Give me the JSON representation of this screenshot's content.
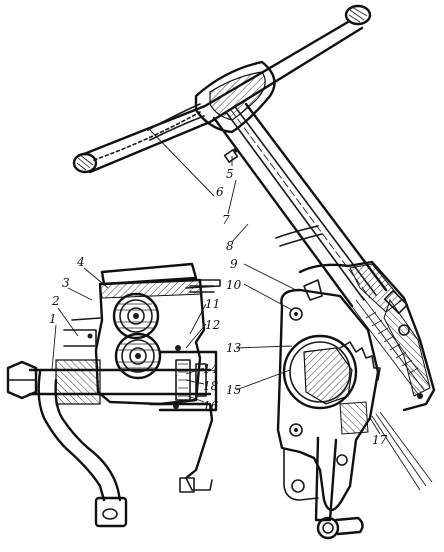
{
  "callouts": [
    {
      "key": "c1",
      "text": "1"
    },
    {
      "key": "c2",
      "text": "2"
    },
    {
      "key": "c3",
      "text": "3"
    },
    {
      "key": "c4",
      "text": "4"
    },
    {
      "key": "c5",
      "text": "5"
    },
    {
      "key": "c6",
      "text": "6"
    },
    {
      "key": "c7",
      "text": "7"
    },
    {
      "key": "c8",
      "text": "8"
    },
    {
      "key": "c9",
      "text": "9"
    },
    {
      "key": "c10",
      "text": "10"
    },
    {
      "key": "c11",
      "text": "11"
    },
    {
      "key": "c12",
      "text": "12"
    },
    {
      "key": "c13",
      "text": "13"
    },
    {
      "key": "c14",
      "text": "14"
    },
    {
      "key": "c15",
      "text": "15"
    },
    {
      "key": "c16",
      "text": "16"
    },
    {
      "key": "c17",
      "text": "17"
    },
    {
      "key": "c18",
      "text": "18"
    }
  ]
}
